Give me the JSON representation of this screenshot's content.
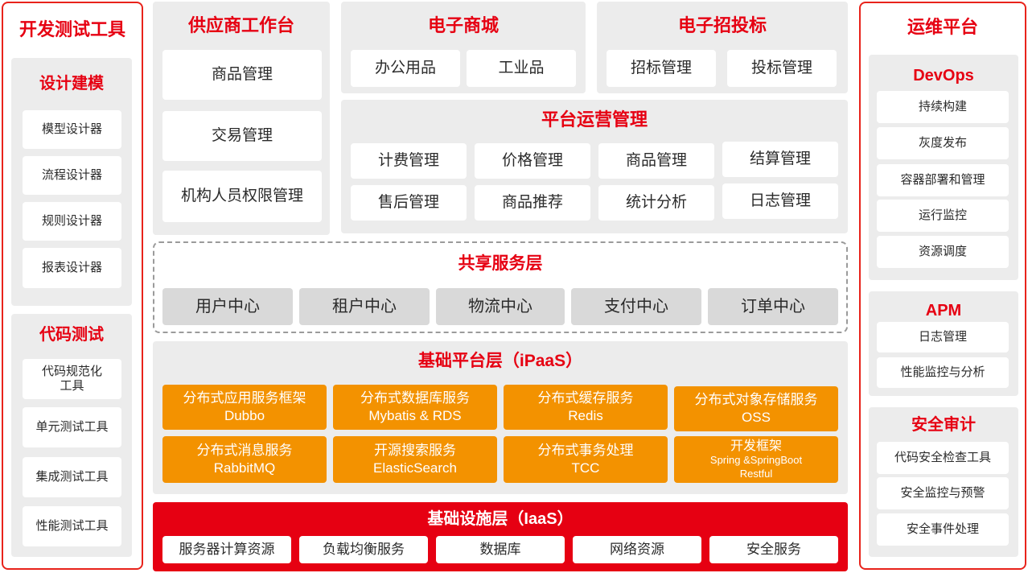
{
  "colors": {
    "accent_red": "#e60012",
    "frame_border": "#e8231b",
    "panel_gray": "#ececec",
    "service_gray": "#d9d9d9",
    "orange": "#f39200"
  },
  "dev_test_tools": {
    "title": "开发测试工具",
    "design_modeling": {
      "title": "设计建模",
      "items": [
        "模型设计器",
        "流程设计器",
        "规则设计器",
        "报表设计器"
      ]
    },
    "code_testing": {
      "title": "代码测试",
      "items": [
        {
          "label": "代码规范化",
          "label_line2": "工具"
        },
        {
          "label": "单元测试工具"
        },
        {
          "label": "集成测试工具"
        },
        {
          "label": "性能测试工具"
        }
      ]
    }
  },
  "ops_platform": {
    "title": "运维平台",
    "devops": {
      "title": "DevOps",
      "items": [
        "持续构建",
        "灰度发布",
        "容器部署和管理",
        "运行监控",
        "资源调度"
      ]
    },
    "apm": {
      "title": "APM",
      "items": [
        "日志管理",
        "性能监控与分析"
      ]
    },
    "security_audit": {
      "title": "安全审计",
      "items": [
        "代码安全检查工具",
        "安全监控与预警",
        "安全事件处理"
      ]
    }
  },
  "supplier_workbench": {
    "title": "供应商工作台",
    "items": [
      "商品管理",
      "交易管理",
      "机构人员权限管理"
    ]
  },
  "e_mall": {
    "title": "电子商城",
    "items": [
      "办公用品",
      "工业品"
    ]
  },
  "e_bidding": {
    "title": "电子招投标",
    "items": [
      "招标管理",
      "投标管理"
    ]
  },
  "platform_operations": {
    "title": "平台运营管理",
    "items": [
      "计费管理",
      "价格管理",
      "商品管理",
      "结算管理",
      "售后管理",
      "商品推荐",
      "统计分析",
      "日志管理"
    ]
  },
  "shared_services": {
    "title": "共享服务层",
    "items": [
      "用户中心",
      "租户中心",
      "物流中心",
      "支付中心",
      "订单中心"
    ]
  },
  "ipaas": {
    "title": "基础平台层（iPaaS）",
    "services": [
      {
        "name": "分布式应用服务框架",
        "tech": "Dubbo"
      },
      {
        "name": "分布式数据库服务",
        "tech": "Mybatis & RDS"
      },
      {
        "name": "分布式缓存服务",
        "tech": "Redis"
      },
      {
        "name": "分布式对象存储服务",
        "tech": "OSS"
      },
      {
        "name": "分布式消息服务",
        "tech": "RabbitMQ"
      },
      {
        "name": "开源搜索服务",
        "tech": "ElasticSearch"
      },
      {
        "name": "分布式事务处理",
        "tech": "TCC"
      },
      {
        "name": "开发框架",
        "tech": "Spring &SpringBoot",
        "tech_line2": "Restful"
      }
    ]
  },
  "iaas": {
    "title": "基础设施层（IaaS）",
    "items": [
      "服务器计算资源",
      "负载均衡服务",
      "数据库",
      "网络资源",
      "安全服务"
    ]
  }
}
